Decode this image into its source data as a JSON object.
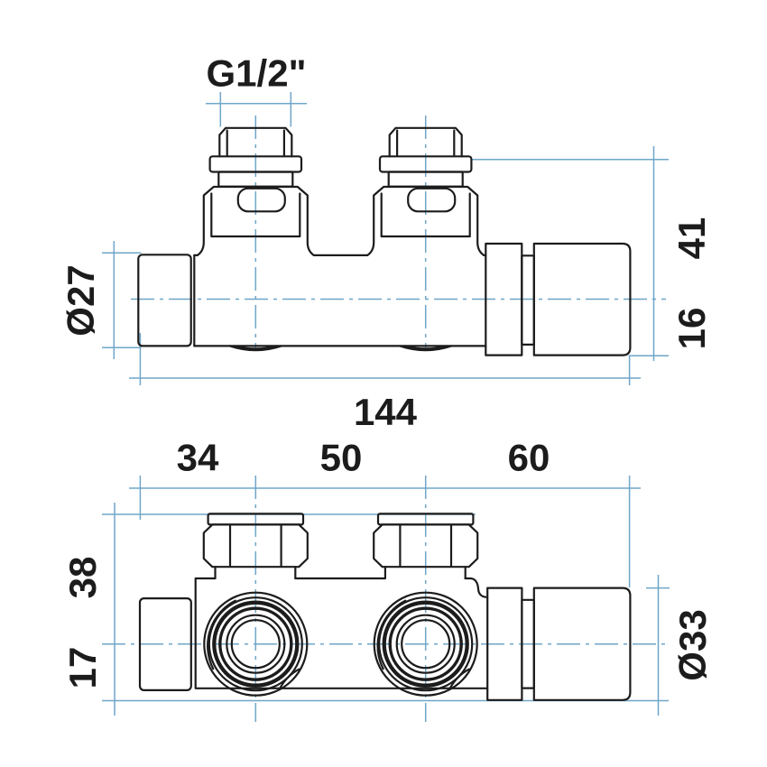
{
  "colors": {
    "outline": "#1c1c1c",
    "dimension": "#6fa6c8",
    "text": "#1c1c1c",
    "background": "#ffffff"
  },
  "drawing": {
    "type": "technical-dimension-drawing",
    "subject": "twin radiator valve with two views"
  },
  "dimensions": {
    "side_view": {
      "thread_size": "G1/2\"",
      "pipe_diameter": "Ø27",
      "height_above_axis": "41",
      "height_below_axis": "16",
      "overall_length": "144"
    },
    "bottom_view": {
      "left_port_offset": "34",
      "port_spacing": "50",
      "right_end_offset": "60",
      "height_above_axis": "38",
      "height_below_axis": "17",
      "handle_diameter": "Ø33"
    }
  }
}
